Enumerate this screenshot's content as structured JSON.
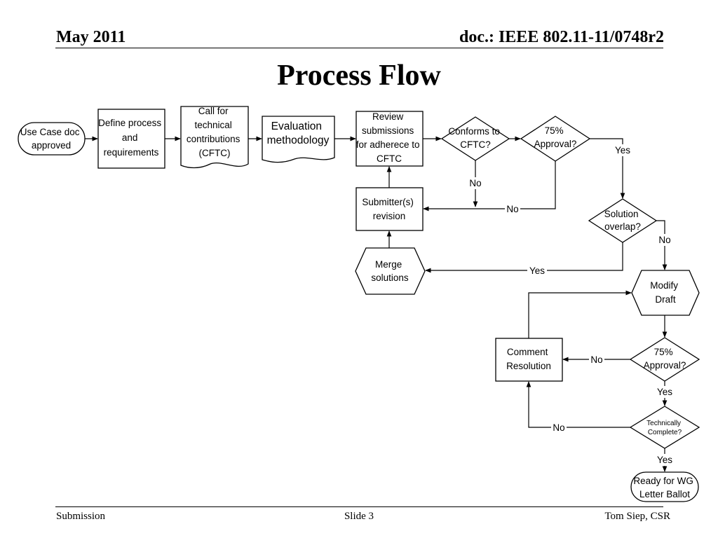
{
  "header": {
    "date": "May 2011",
    "doc_id": "doc.: IEEE 802.11-11/0748r2"
  },
  "slide_title": "Process Flow",
  "footer": {
    "left": "Submission",
    "center": "Slide 3",
    "right": "Tom Siep, CSR"
  },
  "flowchart": {
    "nodes": {
      "start": {
        "shape": "terminator",
        "lines": [
          "Use Case doc",
          "approved"
        ]
      },
      "define": {
        "shape": "process",
        "lines": [
          "Define process",
          "and",
          "requirements"
        ]
      },
      "cftc": {
        "shape": "document",
        "lines": [
          "Call for",
          "technical",
          "contributions",
          "(CFTC)"
        ]
      },
      "eval": {
        "shape": "document",
        "lines": [
          "Evaluation",
          "methodology"
        ]
      },
      "review": {
        "shape": "process",
        "lines": [
          "Review",
          "submissions",
          "for adherece to",
          "CFTC"
        ]
      },
      "conforms": {
        "shape": "decision",
        "lines": [
          "Conforms to",
          "CFTC?"
        ]
      },
      "approval1": {
        "shape": "decision",
        "lines": [
          "75%",
          "Approval?"
        ]
      },
      "submitter": {
        "shape": "process",
        "lines": [
          "Submitter(s)",
          "revision"
        ]
      },
      "overlap": {
        "shape": "decision",
        "lines": [
          "Solution",
          "overlap?"
        ]
      },
      "merge": {
        "shape": "preparation",
        "lines": [
          "Merge",
          "solutions"
        ]
      },
      "modify": {
        "shape": "preparation",
        "lines": [
          "Modify",
          "Draft"
        ]
      },
      "comment": {
        "shape": "process",
        "lines": [
          "Comment",
          "Resolution"
        ]
      },
      "approval2": {
        "shape": "decision",
        "lines": [
          "75%",
          "Approval?"
        ]
      },
      "technical": {
        "shape": "decision",
        "lines": [
          "Technically",
          "Complete?"
        ]
      },
      "ready": {
        "shape": "terminator",
        "lines": [
          "Ready for WG",
          "Letter Ballot"
        ]
      }
    },
    "edge_labels": {
      "conforms_no": "No",
      "approval1_no": "No",
      "approval1_yes": "Yes",
      "overlap_no": "No",
      "overlap_yes": "Yes",
      "approval2_no": "No",
      "approval2_yes": "Yes",
      "technical_no": "No",
      "technical_yes": "Yes"
    }
  }
}
